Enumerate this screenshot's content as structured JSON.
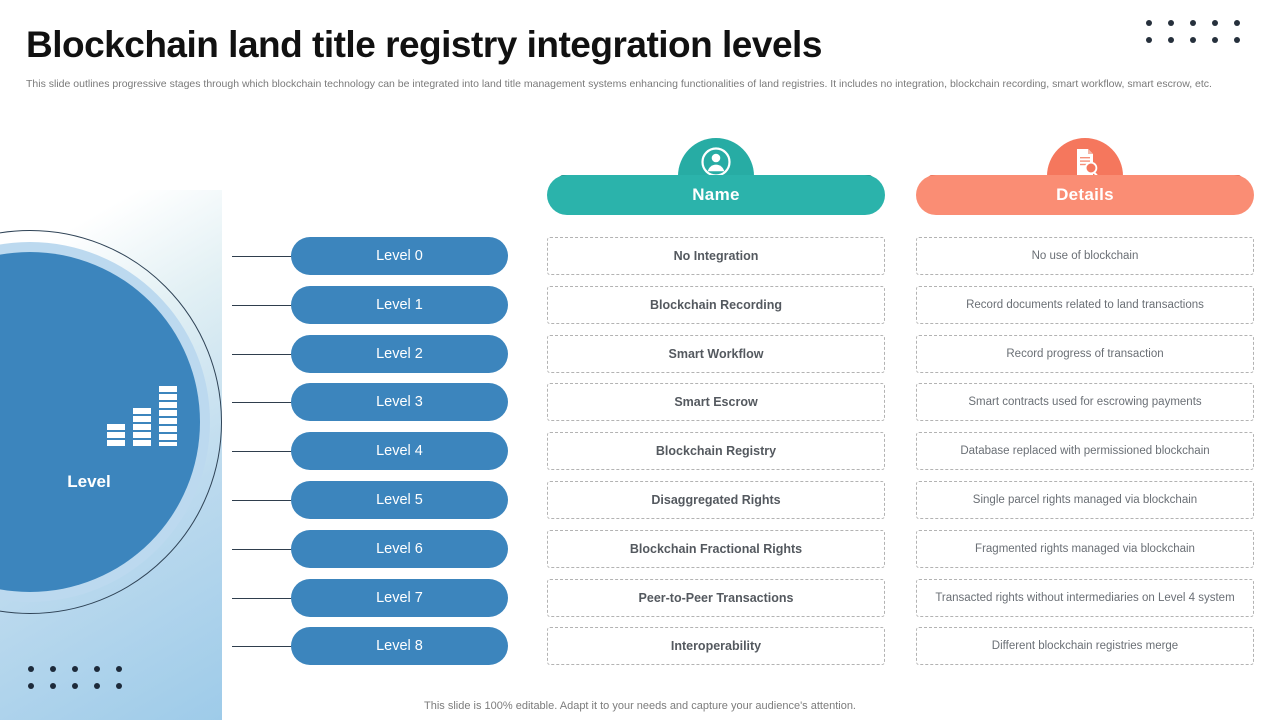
{
  "header": {
    "title": "Blockchain land title registry integration levels",
    "subtitle": "This slide outlines progressive stages through which blockchain technology can be integrated into land title management systems enhancing functionalities of land registries. It includes no integration, blockchain recording, smart workflow, smart escrow, etc."
  },
  "left_panel": {
    "label": "Level",
    "icon": "bar-chart-icon"
  },
  "columns": [
    {
      "label": "Name",
      "icon": "person-icon",
      "color": "#2bb3ab",
      "shadow": "#1a7f7a"
    },
    {
      "label": "Details",
      "icon": "document-search-icon",
      "color": "#fa8d74",
      "shadow": "#e0563a"
    }
  ],
  "rows": [
    {
      "level": "Level 0",
      "name": "No Integration",
      "detail": "No use of blockchain"
    },
    {
      "level": "Level 1",
      "name": "Blockchain Recording",
      "detail": "Record documents related to land transactions"
    },
    {
      "level": "Level 2",
      "name": "Smart Workflow",
      "detail": "Record progress of transaction"
    },
    {
      "level": "Level 3",
      "name": "Smart Escrow",
      "detail": "Smart contracts used for escrowing payments"
    },
    {
      "level": "Level 4",
      "name": "Blockchain Registry",
      "detail": "Database replaced with permissioned blockchain"
    },
    {
      "level": "Level 5",
      "name": "Disaggregated Rights",
      "detail": "Single parcel rights managed via blockchain"
    },
    {
      "level": "Level 6",
      "name": "Blockchain Fractional Rights",
      "detail": "Fragmented rights managed via blockchain"
    },
    {
      "level": "Level 7",
      "name": "Peer-to-Peer Transactions",
      "detail": "Transacted rights without intermediaries on Level 4 system"
    },
    {
      "level": "Level 8",
      "name": "Interoperability",
      "detail": "Different blockchain registries merge"
    }
  ],
  "footer": {
    "note": "This slide is 100% editable. Adapt it to your needs and capture your audience's attention."
  },
  "colors": {
    "level_blue": "#3c85bd",
    "teal": "#2bb3ab",
    "coral": "#fa8d74",
    "dot_dark": "#26303c"
  }
}
